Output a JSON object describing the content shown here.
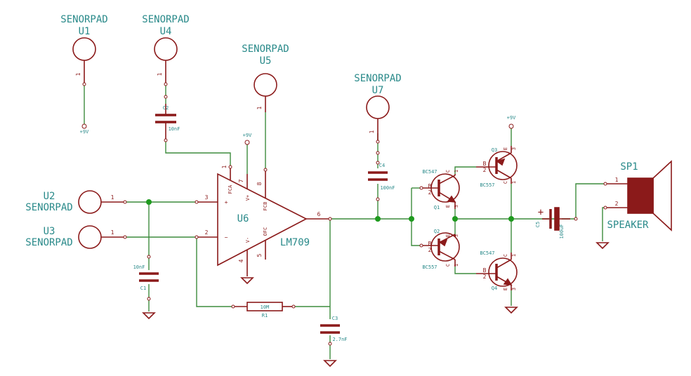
{
  "colors": {
    "wire": "#3d8c3d",
    "symbol": "#8b1a1a",
    "text": "#2a8a8a",
    "junction": "#1e9a1e",
    "background": "#ffffff"
  },
  "pads": {
    "u1": {
      "value": "SENORPAD",
      "ref": "U1",
      "pin": "1",
      "supply": "+9V"
    },
    "u4": {
      "value": "SENORPAD",
      "ref": "U4",
      "pin": "1"
    },
    "u5": {
      "value": "SENORPAD",
      "ref": "U5",
      "pin": "1"
    },
    "u7": {
      "value": "SENORPAD",
      "ref": "U7",
      "pin": "1"
    },
    "u2": {
      "value": "SENORPAD",
      "ref": "U2",
      "pin": "1"
    },
    "u3": {
      "value": "SENORPAD",
      "ref": "U3",
      "pin": "1"
    }
  },
  "opamp": {
    "ref": "U6",
    "value": "LM709",
    "supply": "+9V",
    "pins": {
      "p1": "1",
      "p7": "7",
      "p8": "8",
      "p3": "3",
      "p2": "2",
      "p4": "4",
      "p5": "5",
      "p6": "6"
    },
    "labels": {
      "fca": "FCA",
      "vplus": "V+",
      "fcb": "FCB",
      "plus": "+",
      "minus": "−",
      "vminus": "V-",
      "ofc": "OFC"
    }
  },
  "capacitors": {
    "c1": {
      "ref": "C1",
      "value": "10nF"
    },
    "c2": {
      "ref": "C2",
      "value": "10nF"
    },
    "c3": {
      "ref": "C3",
      "value": "2.7nF"
    },
    "c4": {
      "ref": "C4",
      "value": "100nF"
    },
    "c5": {
      "ref": "C5",
      "value": "100uF",
      "polarity": "+"
    }
  },
  "resistor": {
    "ref": "R1",
    "value": "10M"
  },
  "transistors": {
    "q1": {
      "ref": "Q1",
      "value": "BC547",
      "b": "B",
      "c": "C",
      "e": "E",
      "pb": "2",
      "pc": "1",
      "pe": "3"
    },
    "q2": {
      "ref": "Q2",
      "value": "BC557",
      "b": "B",
      "c": "C",
      "e": "E",
      "pb": "2",
      "pc": "1",
      "pe": "3"
    },
    "q3": {
      "ref": "Q3",
      "value": "BC557",
      "b": "B",
      "c": "C",
      "e": "E",
      "pb": "2",
      "pc": "1",
      "pe": "3",
      "supply": "+9V"
    },
    "q4": {
      "ref": "Q4",
      "value": "BC547",
      "b": "B",
      "c": "C",
      "e": "E",
      "pb": "2",
      "pc": "1",
      "pe": "3"
    }
  },
  "speaker": {
    "ref": "SP1",
    "value": "SPEAKER",
    "pin1": "1",
    "pin2": "2"
  }
}
